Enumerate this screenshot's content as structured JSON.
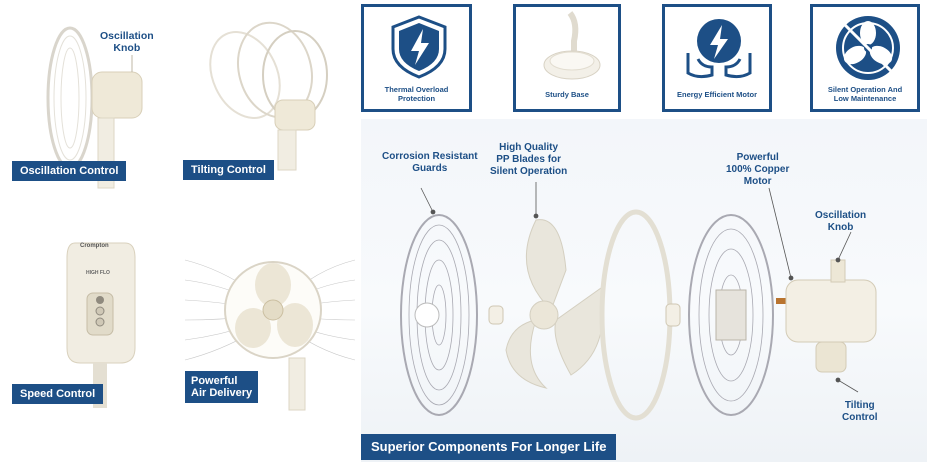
{
  "left_panels": {
    "oscillation_control": "Oscillation Control",
    "oscillation_knob_callout": "Oscillation\nKnob",
    "tilting_control": "Tilting Control",
    "speed_control": "Speed Control",
    "brand_logo": "Crompton",
    "model_text": "HIGH FLO",
    "powerful_air_delivery": "Powerful\nAir Delivery"
  },
  "features": [
    {
      "caption": "Thermal Overload\nProtection",
      "icon": "shield-lightning-icon"
    },
    {
      "caption": "Sturdy Base",
      "icon": "fan-base-icon"
    },
    {
      "caption": "Energy Efficient Motor",
      "icon": "hands-lightning-icon"
    },
    {
      "caption": "Silent Operation And\nLow Maintenance",
      "icon": "silent-fan-icon"
    }
  ],
  "exploded_view": {
    "callouts": {
      "guards": "Corrosion Resistant\nGuards",
      "blades": "High Quality\nPP Blades for\nSilent Operation",
      "motor": "Powerful\n100% Copper\nMotor",
      "knob": "Oscillation\nKnob",
      "tilting": "Tilting\nControl"
    },
    "banner": "Superior Components For Longer Life"
  },
  "colors": {
    "brand_blue": "#1d4f86",
    "fan_white": "#f2efe6"
  }
}
